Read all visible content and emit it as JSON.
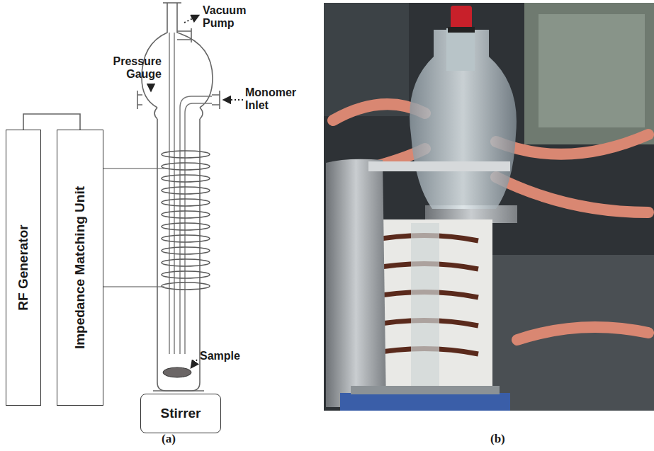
{
  "diagram": {
    "nodes": [
      {
        "text": [
          "RF Generator"
        ]
      },
      {
        "text": [
          "Impedance Matching Unit"
        ]
      },
      {
        "text": [
          "Stirrer"
        ]
      }
    ],
    "edges": [
      {
        "from": 0,
        "to": 1,
        "arrow": "none"
      }
    ],
    "labels": [
      "Pressure Gauge",
      "Vacuum Pump",
      "Monomer Inlet",
      "Sample",
      "(a)",
      "(b)"
    ]
  }
}
